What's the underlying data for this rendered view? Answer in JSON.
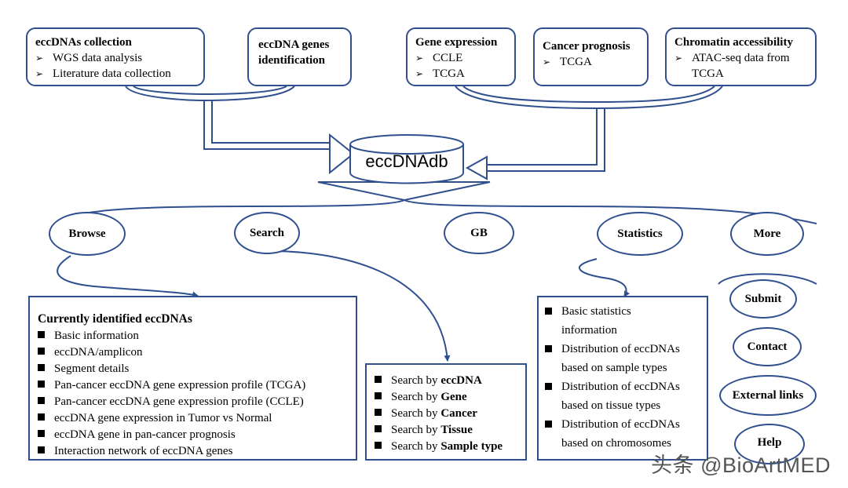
{
  "center": {
    "label": "eccDNAdb"
  },
  "top_left": [
    {
      "title": "eccDNAs collection",
      "items": [
        "WGS data analysis",
        "Literature data collection"
      ]
    },
    {
      "title": "eccDNA genes identification",
      "title_lines": [
        "eccDNA genes",
        "identification"
      ],
      "items": []
    }
  ],
  "top_right": [
    {
      "title": "Gene expression",
      "items": [
        "CCLE",
        "TCGA"
      ]
    },
    {
      "title": "Cancer prognosis",
      "items": [
        "TCGA"
      ]
    },
    {
      "title": "Chromatin accessibility",
      "items": [
        "ATAC-seq data from TCGA"
      ],
      "item_lines": [
        "ATAC-seq data from",
        "TCGA"
      ]
    }
  ],
  "nav": [
    "Browse",
    "Search",
    "GB",
    "Statistics",
    "More"
  ],
  "browse_box": {
    "title": "Currently identified eccDNAs",
    "items": [
      "Basic information",
      "eccDNA/amplicon",
      "Segment details",
      "Pan-cancer eccDNA gene expression profile (TCGA)",
      "Pan-cancer eccDNA gene expression profile (CCLE)",
      "eccDNA gene expression in Tumor vs Normal",
      "eccDNA gene in pan-cancer prognosis",
      "Interaction network of eccDNA genes"
    ]
  },
  "search_box": {
    "prefix": "Search by",
    "items": [
      "eccDNA",
      "Gene",
      "Cancer",
      "Tissue",
      "Sample type"
    ]
  },
  "statistics_box": {
    "items": [
      "Basic statistics information",
      "Distribution of eccDNAs based on sample types",
      "Distribution of eccDNAs based on tissue types",
      "Distribution of eccDNAs based on chromosomes"
    ],
    "item_lines": [
      [
        "Basic statistics",
        "information"
      ],
      [
        "Distribution of eccDNAs",
        "based on sample types"
      ],
      [
        "Distribution of eccDNAs",
        "based on tissue types"
      ],
      [
        "Distribution of eccDNAs",
        "based on chromosomes"
      ]
    ]
  },
  "more_items": [
    "Submit",
    "Contact",
    "External links",
    "Help"
  ],
  "watermark": "头条 @BioArtMED",
  "colors": {
    "border": "#2F4F8F",
    "text": "#000000",
    "watermark": "#555555"
  }
}
